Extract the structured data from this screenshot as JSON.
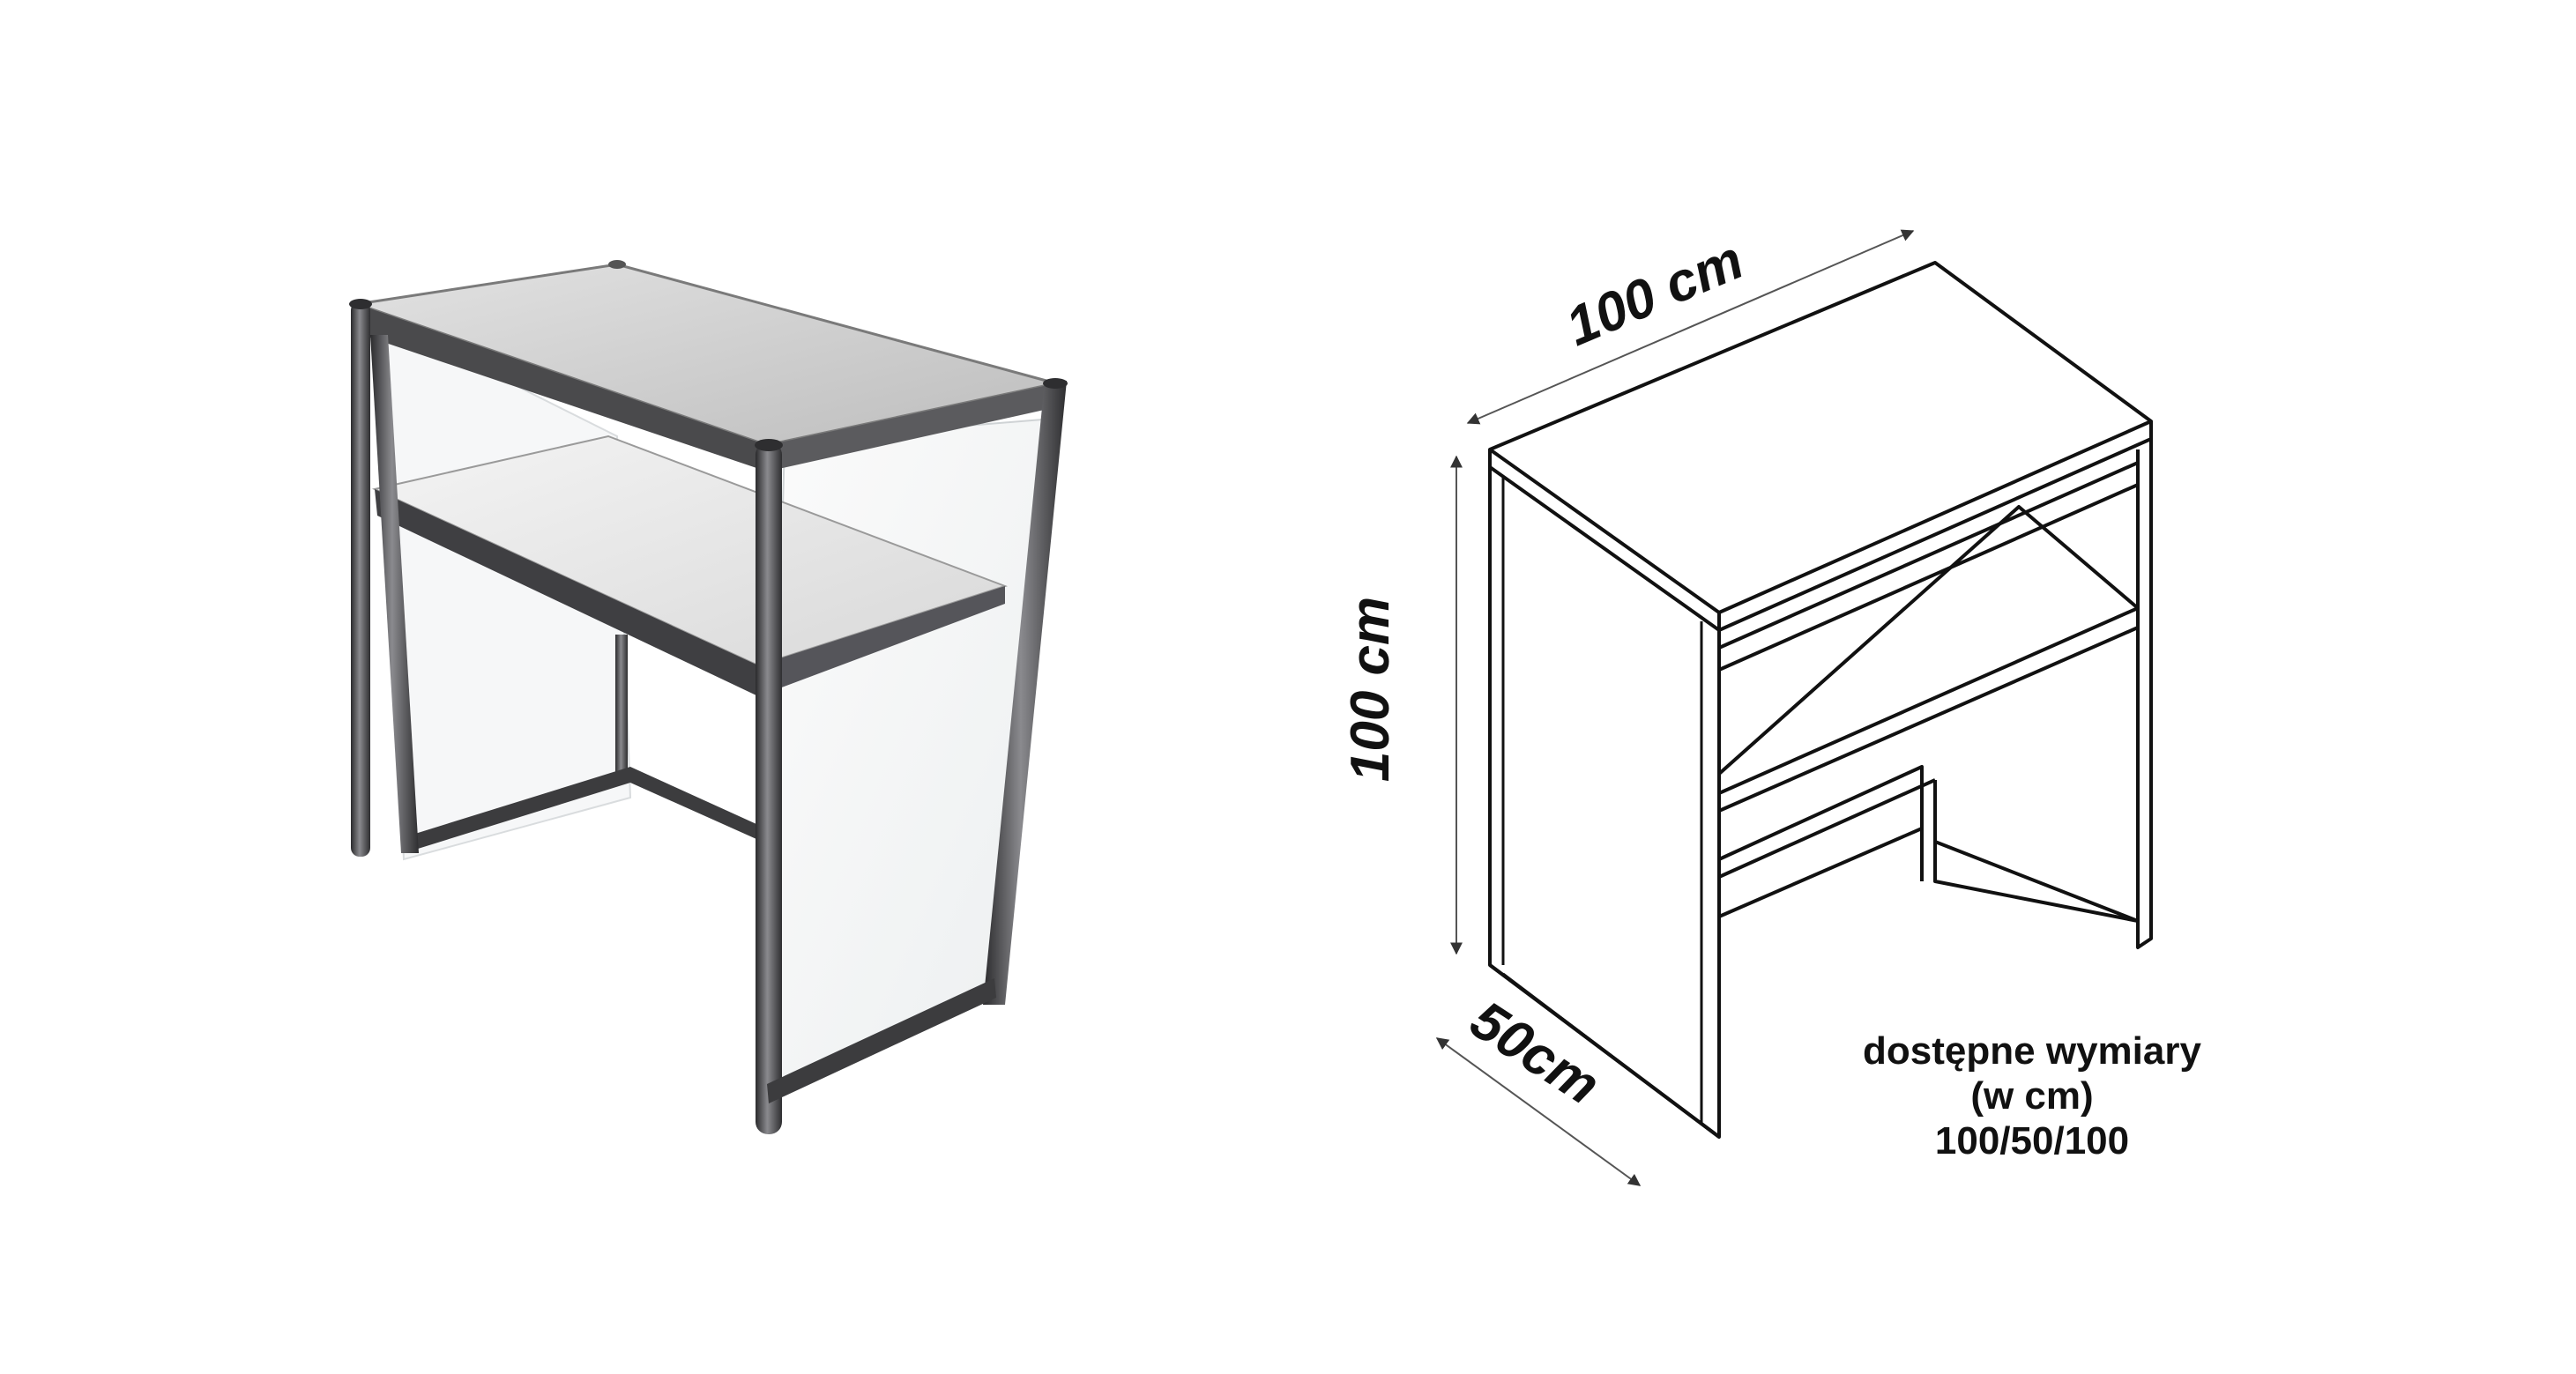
{
  "product_photo": {
    "alt": "",
    "colors": {
      "frame": "#3c3c3e",
      "frame_highlight": "#8a8a8e",
      "top_panel": "#cfcfcf",
      "shelf_panel": "#e6e6e6",
      "glass": "#f3f5f6"
    }
  },
  "technical_drawing": {
    "dimensions": {
      "width": "100 cm",
      "height": "100 cm",
      "depth": "50cm"
    },
    "note": {
      "line1": "dostępne wymiary",
      "line2": "(w cm)",
      "line3": "100/50/100"
    },
    "colors": {
      "line": "#111111",
      "dim_line": "#555555"
    }
  }
}
